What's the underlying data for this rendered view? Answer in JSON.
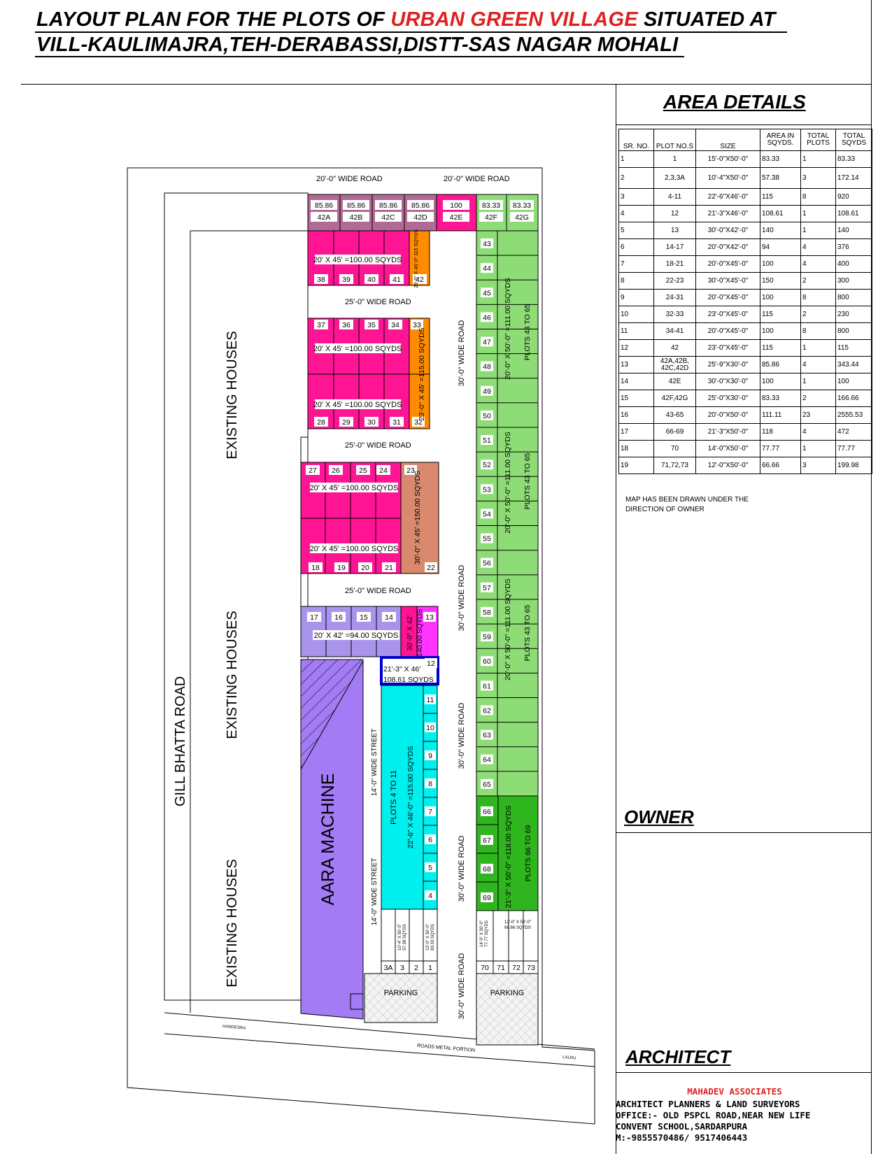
{
  "title": {
    "line1_prefix": "LAYOUT PLAN FOR THE PLOTS OF ",
    "line1_highlight": "URBAN GREEN VILLAGE",
    "line1_suffix": " SITUATED AT",
    "line2": "VILL-KAULIMAJRA,TEH-DERABASSI,DISTT-SAS NAGAR MOHALI"
  },
  "colors": {
    "magenta": "#FF1493",
    "orange": "#FF8C00",
    "mauve": "#B06A95",
    "green": "#8EDC76",
    "dark_green": "#2FB51E",
    "brown": "#D98A6E",
    "lavender": "#A994EC",
    "cyan": "#00EFEF",
    "purple": "#A27BF5",
    "pink": "#FF33FF",
    "blue": "#0000CC",
    "title_red": "#e02020"
  },
  "plan": {
    "roads": {
      "top_left": "20'-0\" WIDE ROAD",
      "top_right": "20'-0\" WIDE ROAD",
      "r25a": "25'-0\" WIDE ROAD",
      "r25b": "25'-0\" WIDE ROAD",
      "r25c": "25'-0\" WIDE ROAD",
      "r30a": "30'-0\" WIDE ROAD",
      "r30b": "30'-0\" WIDE ROAD",
      "r30c": "30'-0\" WIDE ROAD",
      "r30d": "30'-0\" WIDE ROAD",
      "r30e": "30'-0\" WIDE ROAD",
      "st14a": "14'-0\" WIDE STREET",
      "st14b": "14'-0\" WIDE STREET",
      "gill": "GILL BHATTA ROAD",
      "metal": "ROADS METAL PORTION",
      "handesra": "HANDESRA",
      "lalru": "LALRU"
    },
    "existing_houses": [
      "EXISTING HOUSES",
      "EXISTING HOUSES",
      "EXISTING HOUSES"
    ],
    "aara_machine": "AARA MACHINE",
    "parking": [
      "PARKING",
      "PARKING"
    ],
    "top_strip": {
      "areas": [
        "85.86",
        "85.86",
        "85.86",
        "85.86",
        "100",
        "83.33",
        "83.33"
      ],
      "ids": [
        "42A",
        "42B",
        "42C",
        "42D",
        "42E",
        "42F",
        "42G"
      ]
    },
    "block1": {
      "nums": [
        "38",
        "39",
        "40",
        "41"
      ],
      "label": "20' X 45' =100.00 SQYDS",
      "side_num": "42",
      "side_label": "23'-0\" X 45'-0\" 115 SQYDS"
    },
    "block2": {
      "top_nums": [
        "37",
        "36",
        "35",
        "34"
      ],
      "bottom_nums": [
        "28",
        "29",
        "30",
        "31"
      ],
      "label_top": "20' X 45' =100.00 SQYDS",
      "label_bottom": "20' X 45' =100.00 SQYDS",
      "side_top": "33",
      "side_bottom": "32",
      "side_label": "23'-0\" X 45' =115.00 SQYDS"
    },
    "block3": {
      "top_nums": [
        "27",
        "26",
        "25",
        "24"
      ],
      "bottom_nums": [
        "18",
        "19",
        "20",
        "21"
      ],
      "label_top": "20' X 45' =100.00 SQYDS",
      "label_bottom": "20' X 45' =100.00 SQYDS",
      "side_top": "23",
      "side_bottom": "22",
      "side_label": "30'-0\" X 45' =150.00 SQYDS"
    },
    "block4": {
      "nums": [
        "17",
        "16",
        "15",
        "14"
      ],
      "label": "20' X 42' =94.00 SQYDS",
      "side_num": "13",
      "side_label_a": "30'-0\" X 42'",
      "side_label_b": "140.00 SQYDS"
    },
    "plot12": {
      "num": "12",
      "l1": "21'-3\" X 46'",
      "l2": "108.61 SQYDS"
    },
    "cyan": {
      "nums": [
        "11",
        "10",
        "9",
        "8",
        "7",
        "6",
        "5",
        "4"
      ],
      "l1": "PLOTS 4 TO 11",
      "l2": "22'-6\" X 46'-0\" =115.00 SQYDS"
    },
    "small_left": {
      "nums": [
        "3A",
        "3",
        "2",
        "1"
      ],
      "l1": "10'-4\" X 50'-0\"",
      "l2": "57.38 SQYDS",
      "l3": "15'-0\" X 50'-0\"",
      "l4": "83.33 SQYDS"
    },
    "green": {
      "nums": [
        "43",
        "44",
        "45",
        "46",
        "47",
        "48",
        "49",
        "50",
        "51",
        "52",
        "53",
        "54",
        "55",
        "56",
        "57",
        "58",
        "59",
        "60",
        "61",
        "62",
        "63",
        "64",
        "65"
      ],
      "dim1": "20'-0\" X 50'-0\" =111.00 SQYDS",
      "dim2": "20'-0\" X 50'-0\" =111.00 SQYDS",
      "dim3": "20'-0\" X 50'-0\" =111.00 SQYDS",
      "lab1": "PLOTS 43 TO 65",
      "lab2": "PLOTS 43 TO 65",
      "lab3": "PLOTS 43 TO 65"
    },
    "dgreen": {
      "nums": [
        "66",
        "67",
        "68",
        "69"
      ],
      "dim": "21'-3\" X 50'-0\" =118.00 SQYDS",
      "lab": "PLOTS 66 TO 69"
    },
    "small_right": {
      "nums": [
        "70",
        "71",
        "72",
        "73"
      ],
      "l1": "14'-0\" X 50'-0\"",
      "l2": "77.77 SQYDS",
      "l3": "12'-0\" X 50'-0\"",
      "l4": "66.66 SQYDS"
    }
  },
  "area_details": {
    "heading": "AREA DETAILS",
    "headers": [
      "SR. NO.",
      "PLOT NO.S",
      "SIZE",
      "AREA IN SQYDS.",
      "TOTAL PLOTS",
      "TOTAL SQYDS"
    ],
    "rows": [
      [
        "1",
        "1",
        "15'-0\"X50'-0\"",
        "83.33",
        "1",
        "83.33"
      ],
      [
        "2",
        "2,3,3A",
        "10'-4\"X50'-0\"",
        "57.38",
        "3",
        "172.14"
      ],
      [
        "3",
        "4-11",
        "22'-6\"X46'-0\"",
        "115",
        "8",
        "920"
      ],
      [
        "4",
        "12",
        "21'-3\"X46'-0\"",
        "108.61",
        "1",
        "108.61"
      ],
      [
        "5",
        "13",
        "30'-0\"X42'-0\"",
        "140",
        "1",
        "140"
      ],
      [
        "6",
        "14-17",
        "20'-0\"X42'-0\"",
        "94",
        "4",
        "376"
      ],
      [
        "7",
        "18-21",
        "20'-0\"X45'-0\"",
        "100",
        "4",
        "400"
      ],
      [
        "8",
        "22-23",
        "30'-0\"X45'-0\"",
        "150",
        "2",
        "300"
      ],
      [
        "9",
        "24-31",
        "20'-0\"X45'-0\"",
        "100",
        "8",
        "800"
      ],
      [
        "10",
        "32-33",
        "23'-0\"X45'-0\"",
        "115",
        "2",
        "230"
      ],
      [
        "11",
        "34-41",
        "20'-0\"X45'-0\"",
        "100",
        "8",
        "800"
      ],
      [
        "12",
        "42",
        "23'-0\"X45'-0\"",
        "115",
        "1",
        "115"
      ],
      [
        "13",
        "42A,42B, 42C,42D",
        "25'-9\"X30'-0\"",
        "85.86",
        "4",
        "343.44"
      ],
      [
        "14",
        "42E",
        "30'-0\"X30'-0\"",
        "100",
        "1",
        "100"
      ],
      [
        "15",
        "42F,42G",
        "25'-0\"X30'-0\"",
        "83.33",
        "2",
        "166.66"
      ],
      [
        "16",
        "43-65",
        "20'-0\"X50'-0\"",
        "111.11",
        "23",
        "2555.53"
      ],
      [
        "17",
        "66-69",
        "21'-3\"X50'-0\"",
        "118",
        "4",
        "472"
      ],
      [
        "18",
        "70",
        "14'-0\"X50'-0\"",
        "77.77",
        "1",
        "77.77"
      ],
      [
        "19",
        "71,72,73",
        "12'-0\"X50'-0\"",
        "66.66",
        "3",
        "199.98"
      ]
    ],
    "note_line1": "MAP HAS BEEN DRAWN UNDER THE",
    "note_line2": "DIRECTION OF OWNER"
  },
  "owner_heading": "OWNER",
  "architect": {
    "heading": "ARCHITECT",
    "firm": "MAHADEV ASSOCIATES",
    "line1": "ARCHITECT PLANNERS & LAND SURVEYORS",
    "line2": "OFFICE:- OLD PSPCL ROAD,NEAR NEW LIFE",
    "line3": "CONVENT SCHOOL,SARDARPURA",
    "line4": "M:-9855570486/ 9517406443"
  }
}
